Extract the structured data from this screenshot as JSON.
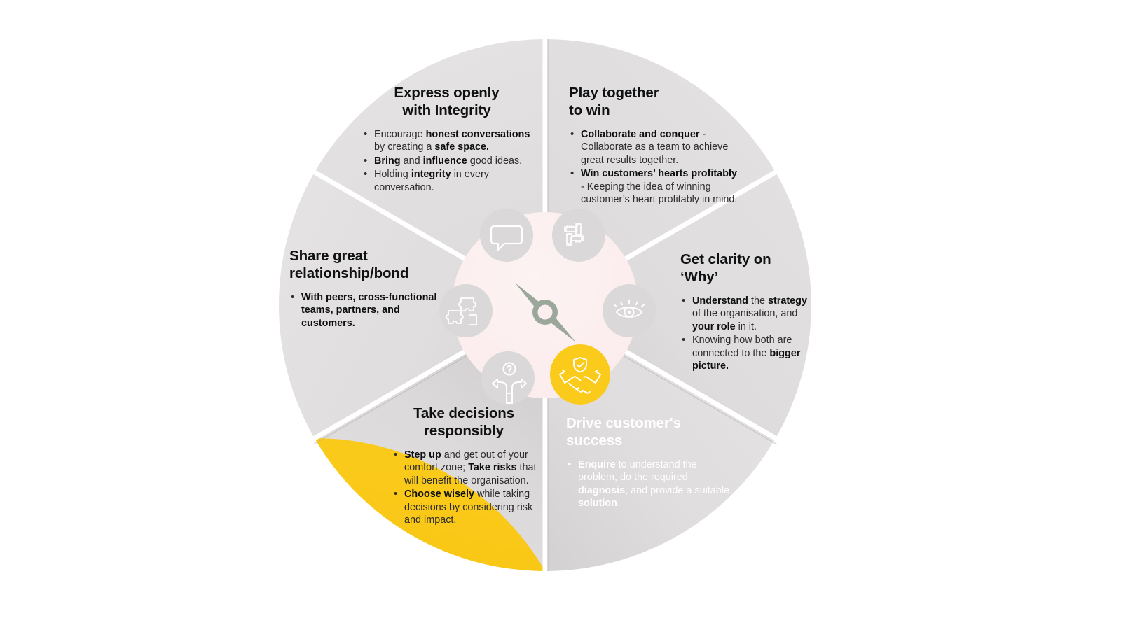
{
  "diagram": {
    "type": "segmented-circle-wheel",
    "segment_count": 6,
    "center_icon": "compass-needle-icon",
    "colors": {
      "accent": "#FBCB1C",
      "segment_grey": "#E2E0E0",
      "segment_grey_dark": "#CFCDCD",
      "divider": "#FFFFFF",
      "hub": "#FCEEEF",
      "icon_badge": "#DAD8D8",
      "needle": "#9CA79C",
      "title_text": "#101113",
      "body_text": "#2C2C2E",
      "accent_text": "#FFFFFF",
      "background": "#FFFFFF"
    },
    "segments": [
      {
        "id": "express-openly-with-integrity",
        "title": "Express openly\nwith Integrity",
        "title_line_1": "Express openly",
        "title_line_2": "with Integrity",
        "icon": "speech-bubble-icon",
        "highlighted": false,
        "start_angle": -90,
        "end_angle": -30,
        "bullets": [
          [
            {
              "t": "Encourage ",
              "b": false
            },
            {
              "t": "honest conversations",
              "b": true
            },
            {
              "t": " by creating a ",
              "b": false
            },
            {
              "t": "safe space.",
              "b": true
            }
          ],
          [
            {
              "t": "Bring",
              "b": true
            },
            {
              "t": " and ",
              "b": false
            },
            {
              "t": "influence",
              "b": true
            },
            {
              "t": " good ideas.",
              "b": false
            }
          ],
          [
            {
              "t": "Holding ",
              "b": false
            },
            {
              "t": "integrity",
              "b": true
            },
            {
              "t": " in every conversation.",
              "b": false
            }
          ]
        ]
      },
      {
        "id": "play-together-to-win",
        "title": "Play together\nto win",
        "title_line_1": "Play together",
        "title_line_2": "to win",
        "icon": "four-hands-teamwork-icon",
        "highlighted": false,
        "start_angle": -90,
        "end_angle": -30,
        "bullets": [
          [
            {
              "t": "Collaborate and conquer",
              "b": true
            },
            {
              "t": " - Collaborate as a team to achieve great results together.",
              "b": false
            }
          ],
          [
            {
              "t": "Win customers’ hearts profitably",
              "b": true
            },
            {
              "t": " - Keeping the idea of winning customer’s heart profitably in mind.",
              "b": false
            }
          ]
        ]
      },
      {
        "id": "get-clarity-on-why",
        "title": "Get clarity on\n‘Why’",
        "title_line_1": "Get clarity on",
        "title_line_2": "‘Why’",
        "icon": "eye-vision-icon",
        "highlighted": false,
        "start_angle": -30,
        "end_angle": 30,
        "bullets": [
          [
            {
              "t": "Understand",
              "b": true
            },
            {
              "t": " the ",
              "b": false
            },
            {
              "t": "strategy",
              "b": true
            },
            {
              "t": " of the organisation, and ",
              "b": false
            },
            {
              "t": "your role",
              "b": true
            },
            {
              "t": " in it.",
              "b": false
            }
          ],
          [
            {
              "t": "Knowing how both are connected to the ",
              "b": false
            },
            {
              "t": "bigger picture.",
              "b": true
            }
          ]
        ]
      },
      {
        "id": "drive-customers-success",
        "title": "Drive customer's\nsuccess",
        "title_line_1": "Drive customer's",
        "title_line_2": "success",
        "icon": "handshake-shield-icon",
        "highlighted": true,
        "start_angle": 30,
        "end_angle": 90,
        "bullets": [
          [
            {
              "t": "Enquire",
              "b": true
            },
            {
              "t": " to understand the problem, do the required ",
              "b": false
            },
            {
              "t": "diagnosis",
              "b": true
            },
            {
              "t": ", and provide a suitable ",
              "b": false
            },
            {
              "t": "solution",
              "b": true
            },
            {
              "t": ".",
              "b": false
            }
          ]
        ]
      },
      {
        "id": "take-decisions-responsibly",
        "title": "Take decisions\nresponsibly",
        "title_line_1": "Take decisions",
        "title_line_2": "responsibly",
        "icon": "road-fork-question-icon",
        "highlighted": false,
        "start_angle": 90,
        "end_angle": 150,
        "bullets": [
          [
            {
              "t": "Step up",
              "b": true
            },
            {
              "t": " and get out of your comfort zone; ",
              "b": false
            },
            {
              "t": "Take risks",
              "b": true
            },
            {
              "t": " that will benefit the organisation.",
              "b": false
            }
          ],
          [
            {
              "t": "Choose wisely",
              "b": true
            },
            {
              "t": " while taking decisions by considering risk and impact.",
              "b": false
            }
          ]
        ]
      },
      {
        "id": "share-great-relationship-bond",
        "title": "Share great\nrelationship/bond",
        "title_line_1": "Share great",
        "title_line_2": "relationship/bond",
        "icon": "puzzle-pieces-icon",
        "highlighted": false,
        "start_angle": 150,
        "end_angle": 210,
        "bullets": [
          [
            {
              "t": "With peers, cross-functional teams, partners, and customers.",
              "b": true
            }
          ]
        ]
      }
    ]
  }
}
